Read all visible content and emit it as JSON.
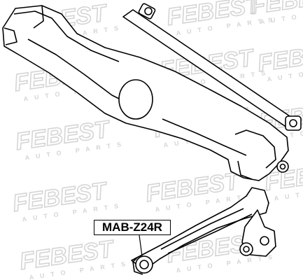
{
  "watermark": {
    "brand": "FEBEST",
    "tagline": "AUTO PARTS",
    "color": "#c8c8c8"
  },
  "part_label": "MAB-Z24R",
  "colors": {
    "line": "#000000",
    "background": "#ffffff"
  }
}
